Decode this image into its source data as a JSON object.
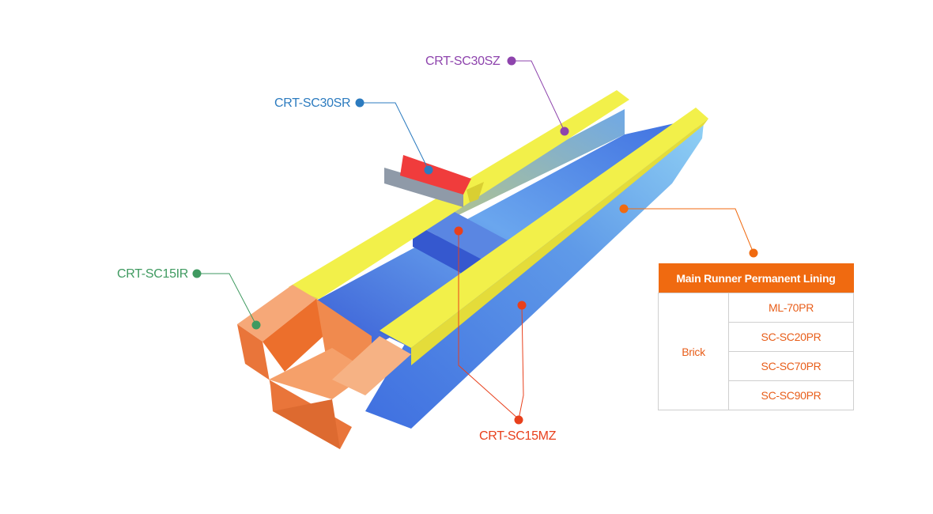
{
  "callouts": {
    "sz": {
      "label": "CRT-SC30SZ",
      "color": "#8e44ad"
    },
    "sr": {
      "label": "CRT-SC30SR",
      "color": "#2c7bbf"
    },
    "ir": {
      "label": "CRT-SC15IR",
      "color": "#3f9a60"
    },
    "mz": {
      "label": "CRT-SC15MZ",
      "color": "#e8401c"
    },
    "pr": {
      "color": "#f06a10"
    }
  },
  "table": {
    "header": "Main Runner Permanent Lining",
    "category": "Brick",
    "items": [
      "ML-70PR",
      "SC-SC20PR",
      "SC-SC70PR",
      "SC-SC90PR"
    ]
  },
  "colors": {
    "lining_yellow": "#f2f04a",
    "lining_blue": "#3f6fe0",
    "lining_light_blue": "#8cc8f2",
    "end_block_orange": "#f08a4e",
    "gate_red": "#f03c3c",
    "gate_gray": "#8f9aa8"
  }
}
